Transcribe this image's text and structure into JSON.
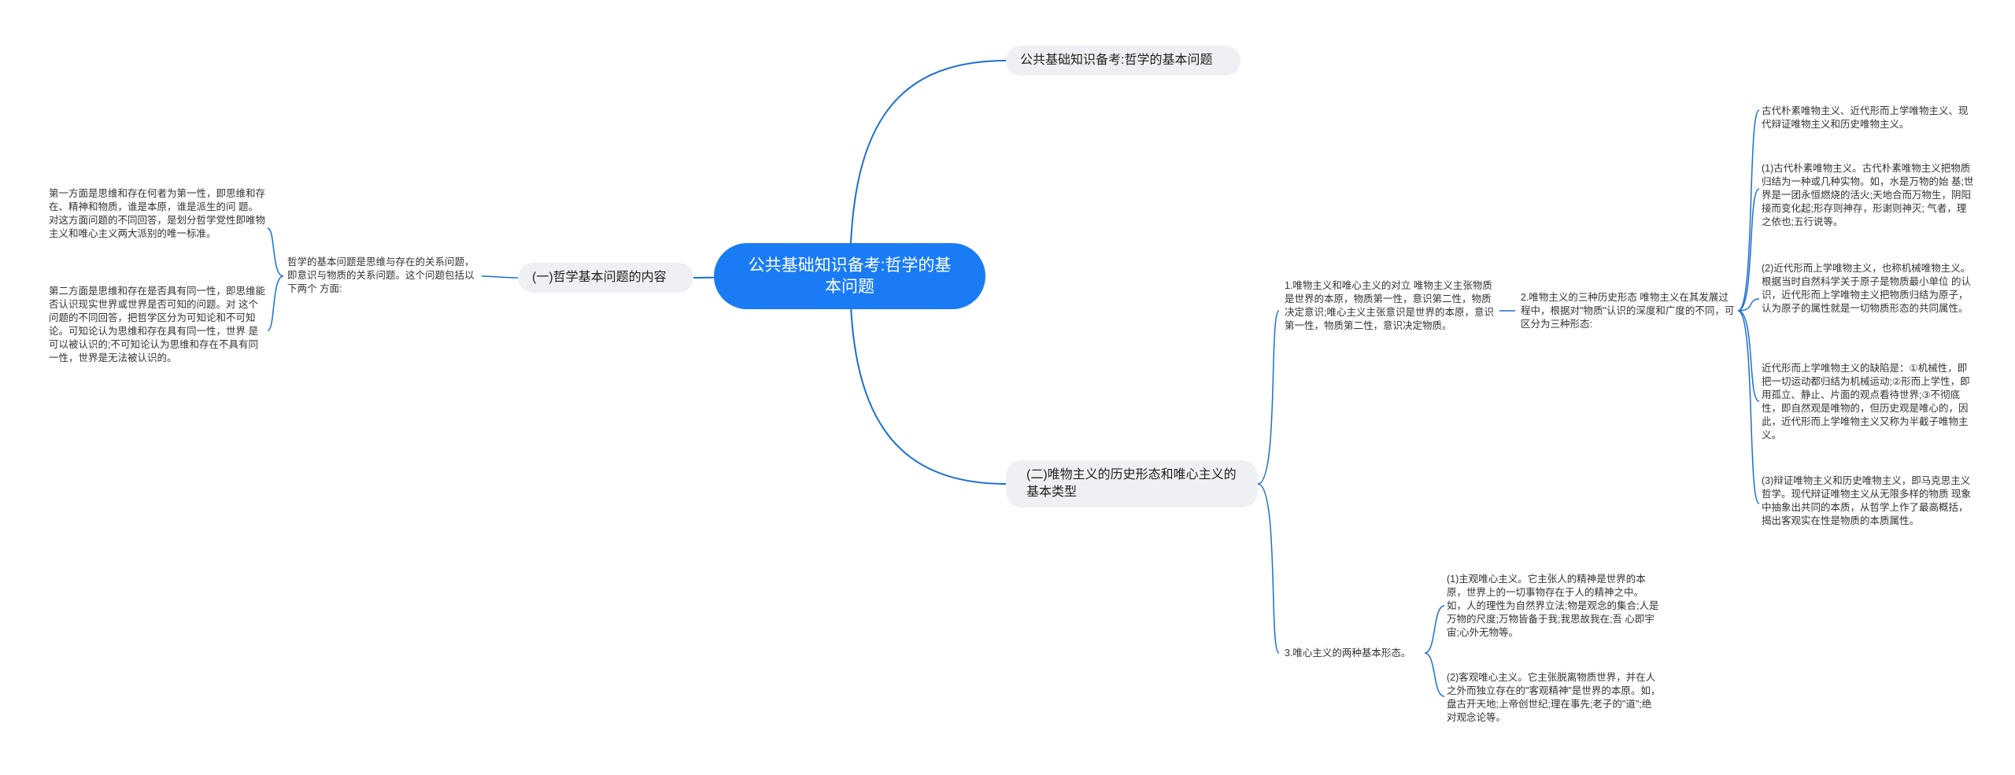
{
  "root": "公共基础知识备考:哲学的基本问题",
  "top_topic": "公共基础知识备考:哲学的基本问题",
  "left": {
    "topic": "(一)哲学基本问题的内容",
    "summary": "哲学的基本问题是思维与存在的关系问题，即意识与物质的关系问题。这个问题包括以下两个 方面:",
    "aspects": [
      "第一方面是思维和存在何者为第一性，即思维和存在、精神和物质，谁是本原，谁是派生的问 题。对这方面问题的不同回答，是划分哲学党性即唯物主义和唯心主义两大派别的唯一标准。",
      "第二方面是思维和存在是否具有同一性，即思维能否认识现实世界或世界是否可知的问题。对 这个问题的不同回答，把哲学区分为可知论和不可知论。可知论认为思维和存在具有同一性，世界 是可以被认识的;不可知论认为思维和存在不具有同一性，世界是无法被认识的。"
    ]
  },
  "right": {
    "topic": "(二)唯物主义的历史形态和唯心主义的基本类型",
    "item1": "1.唯物主义和唯心主义的对立 唯物主义主张物质是世界的本原，物质第一性，意识第二性，物质决定意识;唯心主义主张意识是世界的本原，意识第一性，物质第二性，意识决定物质。",
    "item2": "2.唯物主义的三种历史形态 唯物主义在其发展过程中，根据对\"物质\"认识的深度和广度的不同，可区分为三种形态:",
    "forms": [
      "古代朴素唯物主义、近代形而上学唯物主义、现代辩证唯物主义和历史唯物主义。",
      "(1)古代朴素唯物主义。古代朴素唯物主义把物质归结为一种或几种实物。如，水是万物的始 基;世界是一团永恒燃烧的活火;天地合而万物生，阴阳接而变化起;形存则神存，形谢则神灭; 气者，理之依也;五行说等。",
      "(2)近代形而上学唯物主义，也称机械唯物主义。根据当时自然科学关于原子是物质最小单位 的认识，近代形而上学唯物主义把物质归结为原子，认为原子的属性就是一切物质形态的共同属性。",
      "近代形而上学唯物主义的缺陷是：①机械性，即把一切运动都归结为机械运动;②形而上学性，即用孤立、静止、片面的观点看待世界;③不彻底性，即自然观是唯物的，但历史观是唯心的，因 此，近代形而上学唯物主义又称为半截子唯物主义。",
      "(3)辩证唯物主义和历史唯物主义，即马克思主义哲学。现代辩证唯物主义从无限多样的物质 现象中抽象出共同的本质，从哲学上作了最高概括，揭出客观实在性是物质的本质属性。"
    ],
    "item3": "3.唯心主义的两种基本形态。",
    "idealism": [
      "(1)主观唯心主义。它主张人的精神是世界的本原，世界上的一切事物存在于人的精神之中。如，人的理性为自然界立法;物是观念的集合;人是万物的尺度;万物皆备于我;我思故我在;吾 心即宇宙;心外无物等。",
      "(2)客观唯心主义。它主张脱离物质世界，并在人之外而独立存在的\"客观精神\"是世界的本原。如，盘古开天地;上帝创世纪;理在事先;老子的\"道\";绝对观念论等。"
    ]
  },
  "colors": {
    "root_fill": "#1a7cf5",
    "link": "#1a6fd6",
    "pill_fill": "#eef0f3"
  }
}
